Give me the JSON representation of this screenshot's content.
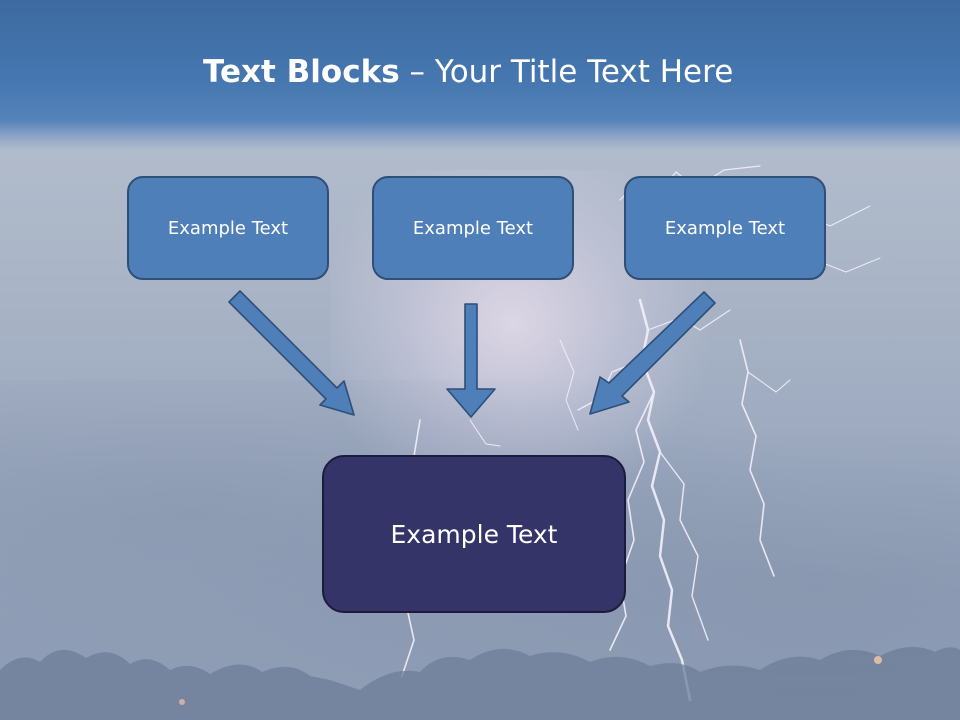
{
  "slide": {
    "title_bold": "Text Blocks",
    "title_separator": " – ",
    "title_rest": "Your Title Text Here"
  },
  "blocks": [
    {
      "label": "Example Text"
    },
    {
      "label": "Example Text"
    },
    {
      "label": "Example Text"
    }
  ],
  "center_block": {
    "label": "Example Text"
  },
  "colors": {
    "title_band": "#4677b0",
    "block_fill": "#4f7fb8",
    "block_border": "#2d4f78",
    "center_fill": "#353468",
    "arrow_fill": "#4f7fb8",
    "text": "#ffffff"
  },
  "background": {
    "description_icon": "lightning-storm-background"
  }
}
